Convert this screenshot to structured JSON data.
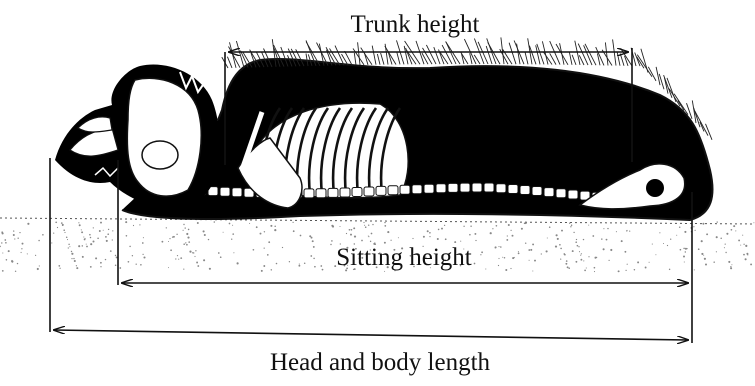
{
  "labels": {
    "trunk_height": "Trunk height",
    "sitting_height": "Sitting height",
    "head_body_length": "Head and body length"
  },
  "colors": {
    "ink": "#111111",
    "bone": "#ffffff",
    "fur_edge": "#222222",
    "ground_speckle": "#777777",
    "background": "#ffffff"
  }
}
